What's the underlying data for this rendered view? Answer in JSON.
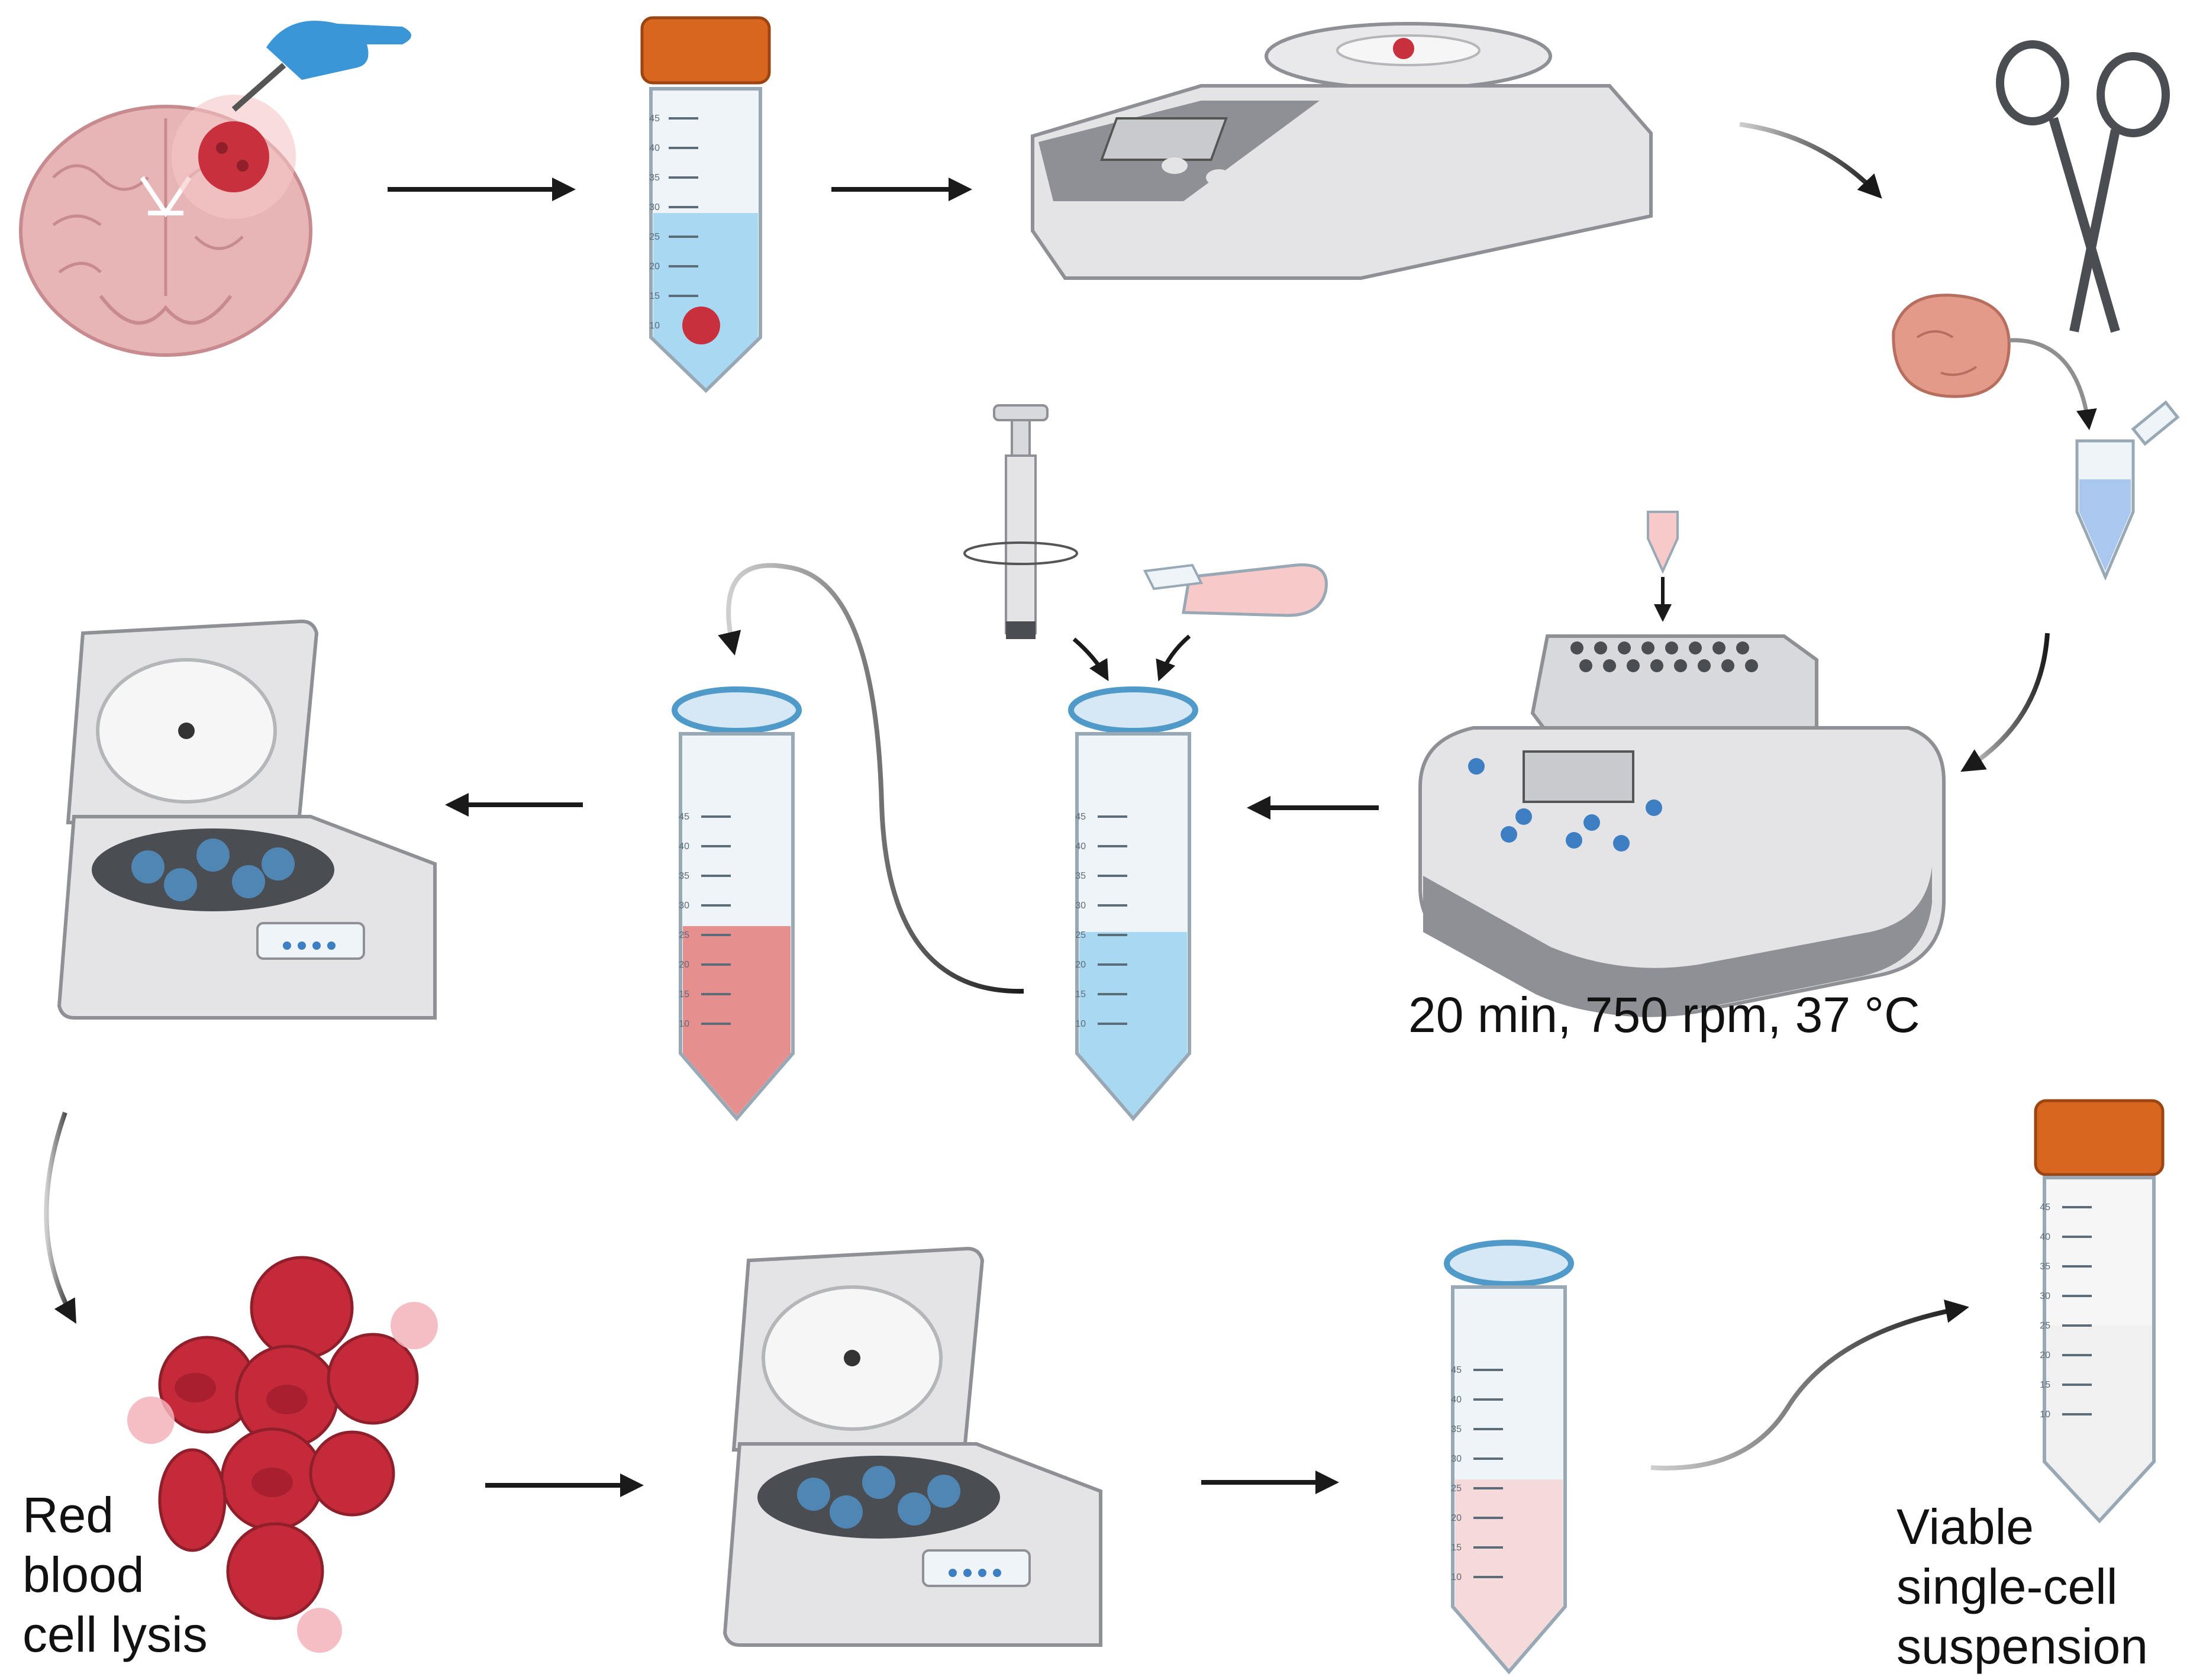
{
  "labels": {
    "incubation_conditions": "20 min, 750 rpm, 37 °C",
    "rbc_lysis": [
      "Red",
      "blood",
      "cell lysis"
    ],
    "final_product": [
      "Viable",
      "single-cell",
      "suspension"
    ]
  },
  "tube_graduations": [
    "45",
    "40",
    "35",
    "30",
    "25",
    "20",
    "15",
    "10"
  ],
  "colors": {
    "arrow": "#1a1a1a",
    "tube_cap_orange": "#d9661f",
    "filter_blue": "#4f9ac9",
    "buffer_blue": "#a9d8f2",
    "lysate_red": "#e58f8f",
    "tissue_red": "#c9303e",
    "brain_pink": "#e8b5b7",
    "device_grey": "#e4e4e6",
    "device_dark": "#8f9096",
    "button_blue": "#3d7fc2",
    "pink_tube": "#f7c9c9"
  }
}
